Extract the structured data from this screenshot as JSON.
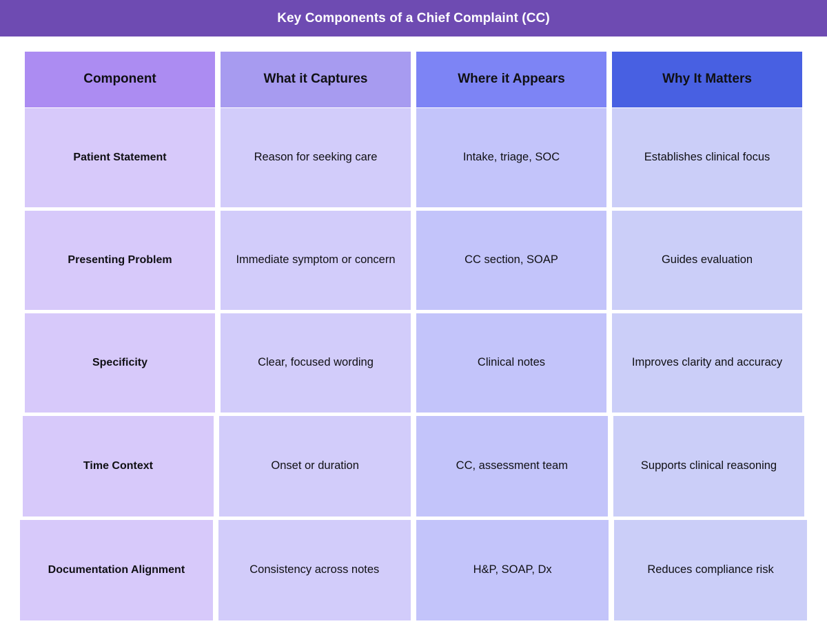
{
  "page": {
    "title": "Key Components of a Chief Complaint (CC)",
    "background_color": "#ffffff",
    "title_bar_color": "#6E4BB2",
    "title_text_color": "#ffffff"
  },
  "table": {
    "columns": [
      {
        "label": "Component",
        "header_color": "#AC8CF2"
      },
      {
        "label": "What it Captures",
        "header_color": "#A79BF0"
      },
      {
        "label": "Where it Appears",
        "header_color": "#7D84F5"
      },
      {
        "label": "Why It Matters",
        "header_color": "#4860E2"
      }
    ],
    "column_cell_colors": [
      "#D7C9FA",
      "#D2CCFA",
      "#C3C4FA",
      "#CBCEF8"
    ],
    "rows": [
      {
        "component": "Patient Statement",
        "what_it_captures": "Reason for seeking care",
        "where_it_appears": "Intake, triage, SOC",
        "why_it_matters": "Establishes clinical focus"
      },
      {
        "component": "Presenting Problem",
        "what_it_captures": "Immediate symptom or concern",
        "where_it_appears": "CC section, SOAP",
        "why_it_matters": "Guides evaluation"
      },
      {
        "component": "Specificity",
        "what_it_captures": "Clear, focused wording",
        "where_it_appears": "Clinical notes",
        "why_it_matters": "Improves clarity and accuracy"
      },
      {
        "component": "Time Context",
        "what_it_captures": "Onset or duration",
        "where_it_appears": "CC, assessment team",
        "why_it_matters": "Supports clinical reasoning"
      },
      {
        "component": "Documentation Alignment",
        "what_it_captures": "Consistency across notes",
        "where_it_appears": "H&P, SOAP, Dx",
        "why_it_matters": "Reduces compliance risk"
      }
    ]
  }
}
